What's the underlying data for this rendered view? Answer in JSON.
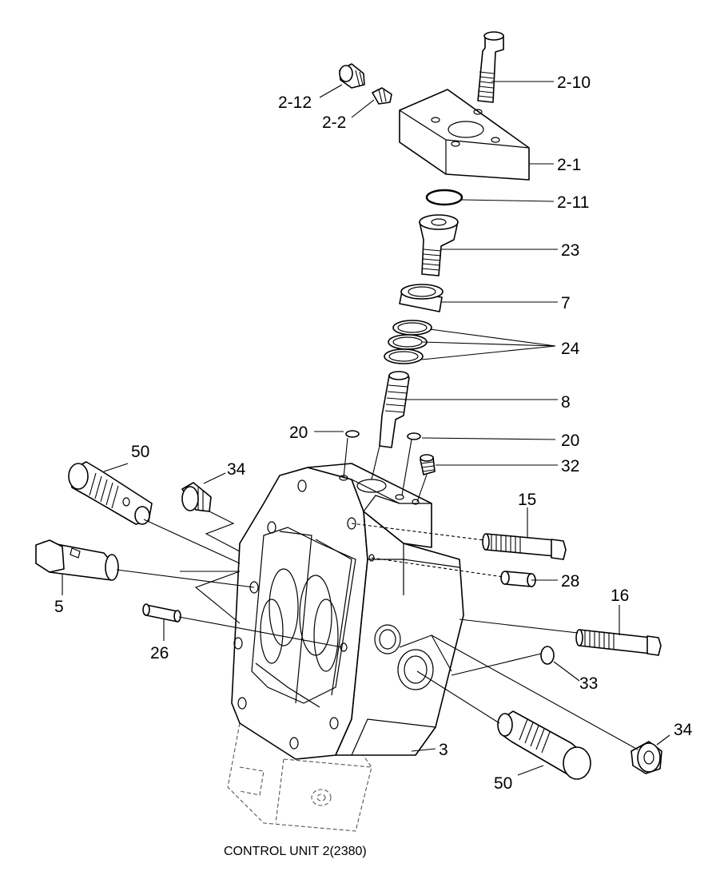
{
  "caption": "CONTROL UNIT 2(2380)",
  "labels": {
    "l_2_10": "2-10",
    "l_2_12": "2-12",
    "l_2_2": "2-2",
    "l_2_1": "2-1",
    "l_2_11": "2-11",
    "l_23": "23",
    "l_7": "7",
    "l_24": "24",
    "l_8": "8",
    "l_20a": "20",
    "l_20b": "20",
    "l_32": "32",
    "l_50a": "50",
    "l_34a": "34",
    "l_15": "15",
    "l_28": "28",
    "l_5": "5",
    "l_16": "16",
    "l_26": "26",
    "l_33": "33",
    "l_34b": "34",
    "l_3": "3",
    "l_50b": "50"
  }
}
